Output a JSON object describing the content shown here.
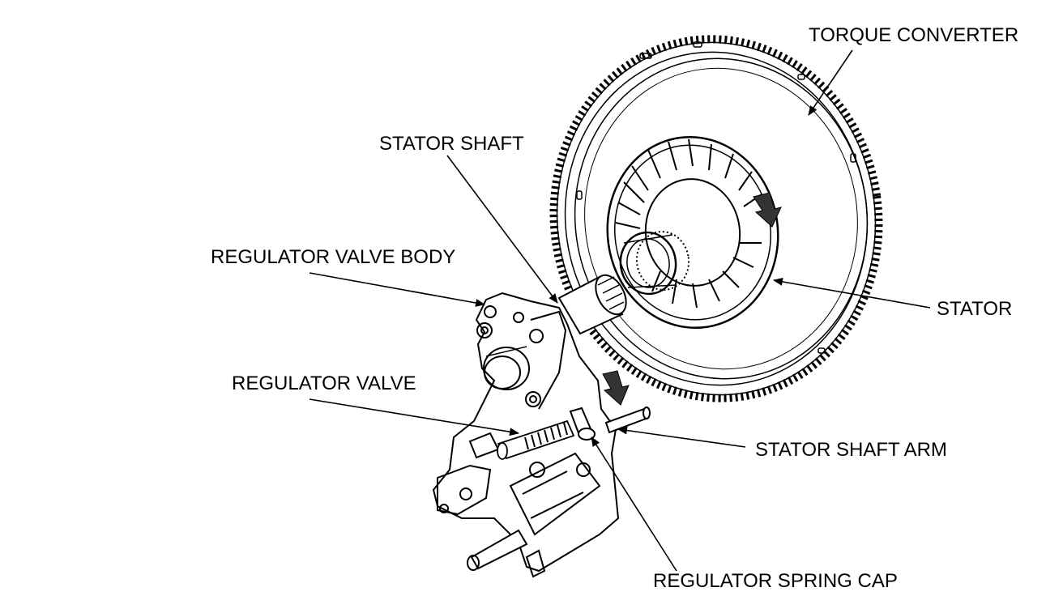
{
  "labels": {
    "torque_converter": "TORQUE CONVERTER",
    "stator_shaft": "STATOR SHAFT",
    "regulator_valve_body": "REGULATOR VALVE BODY",
    "stator": "STATOR",
    "regulator_valve": "REGULATOR VALVE",
    "stator_shaft_arm": "STATOR SHAFT ARM",
    "regulator_spring_cap": "REGULATOR SPRING CAP"
  },
  "colors": {
    "line": "#000000",
    "background": "#ffffff"
  }
}
